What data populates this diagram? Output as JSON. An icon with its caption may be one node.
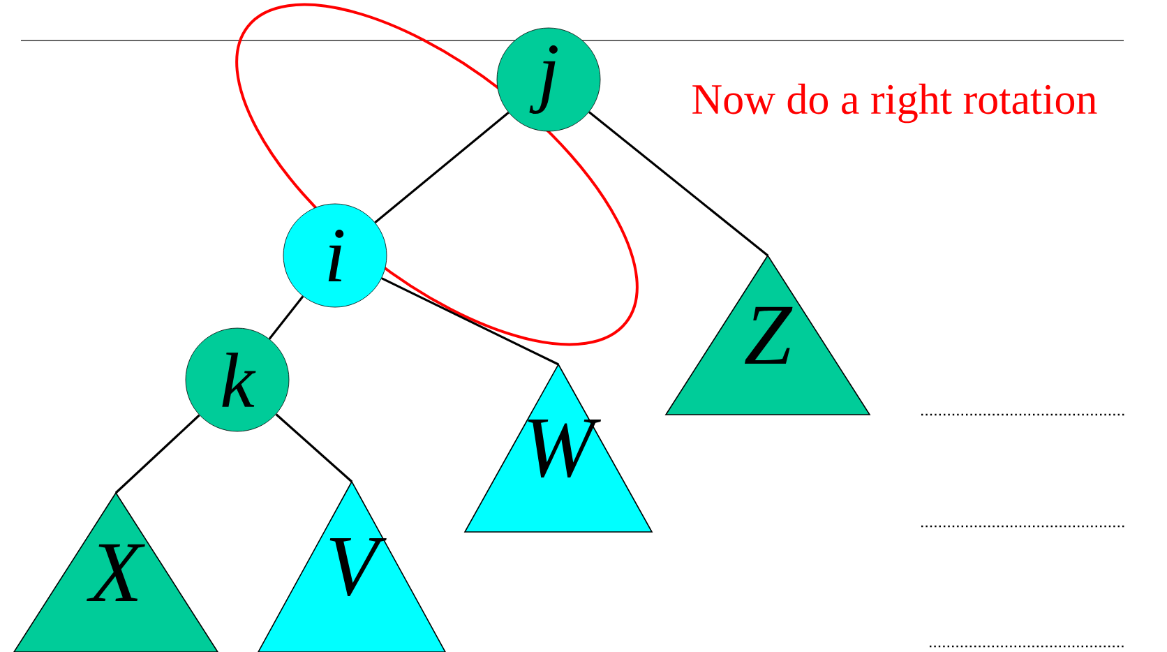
{
  "diagram": {
    "nodes": [
      {
        "text": [
          "j"
        ]
      },
      {
        "text": [
          "i"
        ]
      },
      {
        "text": [
          "k"
        ]
      },
      {
        "text": [
          "Z"
        ]
      },
      {
        "text": [
          "W"
        ]
      },
      {
        "text": [
          "X"
        ]
      },
      {
        "text": [
          "V"
        ]
      }
    ],
    "edges": [
      {
        "from": 0,
        "to": 1,
        "arrow": "none"
      },
      {
        "from": 0,
        "to": 3,
        "arrow": "none"
      },
      {
        "from": 1,
        "to": 2,
        "arrow": "none"
      },
      {
        "from": 1,
        "to": 4,
        "arrow": "none"
      },
      {
        "from": 2,
        "to": 5,
        "arrow": "none"
      },
      {
        "from": 2,
        "to": 6,
        "arrow": "none"
      }
    ],
    "labels": [
      "Now do a right rotation"
    ]
  }
}
